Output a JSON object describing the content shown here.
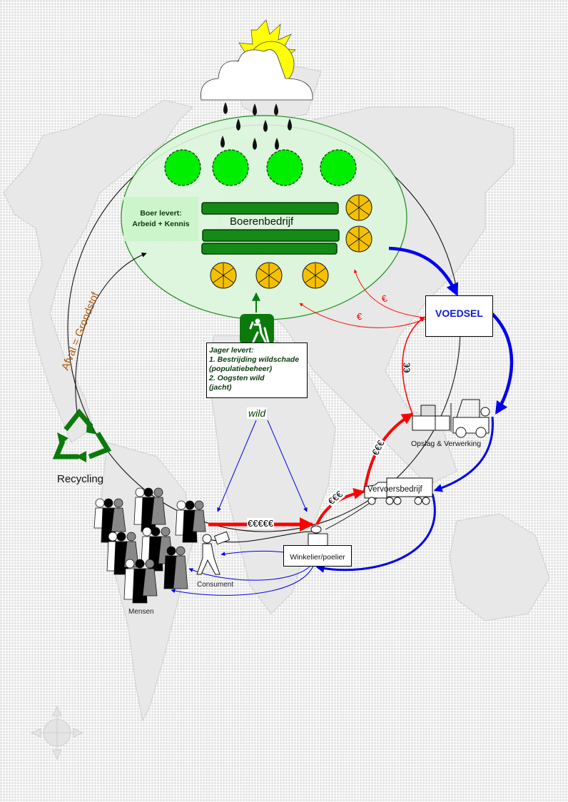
{
  "diagram": {
    "title": "Voedselkringloop met rol van boer en jager",
    "nodes": {
      "boer_box": {
        "line1": "Boer levert:",
        "line2": "Arbeid + Kennis"
      },
      "farm_label": "Boerenbedrijf",
      "hunter_box": {
        "lines": [
          "Jager levert:",
          "1. Bestrijding wildschade",
          "(populatiebeheer)",
          "2. Oogsten wild",
          "(jacht)"
        ]
      },
      "wild_label": "wild",
      "voedsel_label": "VOEDSEL",
      "storage_label": "Opslag & Verwerking",
      "transport_label": "Vervoersbedrijf",
      "shop_label": "Winkelier/poelier",
      "consumer_label": "Consument",
      "people_label": "Mensen",
      "recycling_label": "Recycling",
      "waste_label": "Afval = Grondstof"
    },
    "money_flows": [
      {
        "from": "Mensen",
        "to": "Winkelier/poelier",
        "label": "€€€€€"
      },
      {
        "from": "Winkelier/poelier",
        "to": "Vervoersbedrijf",
        "label": "€€€"
      },
      {
        "from": "Vervoersbedrijf",
        "to": "Opslag & Verwerking",
        "label": "€€€"
      },
      {
        "from": "Opslag & Verwerking",
        "to": "VOEDSEL",
        "label": "€€"
      },
      {
        "from": "VOEDSEL",
        "to": "Boerenbedrijf",
        "label": "€"
      },
      {
        "from": "VOEDSEL",
        "to": "Boerenbedrijf",
        "label": "€"
      }
    ],
    "food_flows": [
      "Boerenbedrijf → VOEDSEL",
      "VOEDSEL → Opslag & Verwerking",
      "Opslag & Verwerking → Vervoersbedrijf",
      "Vervoersbedrijf → Winkelier/poelier",
      "Winkelier/poelier → Consument",
      "Winkelier/poelier → Mensen"
    ],
    "colors": {
      "money": "#ff0000",
      "food": "#0000ee",
      "farm_fill": "#dcf5dc",
      "farm_stroke": "#1a8a1a",
      "label_green": "#0b3a0b",
      "waste_text": "#b05a10",
      "voedsel_text": "#0a18d8",
      "recycling_green": "#0a7a0a",
      "sun": "#ffff00",
      "bush": "#00ee00",
      "hay": "#f5c000"
    }
  }
}
